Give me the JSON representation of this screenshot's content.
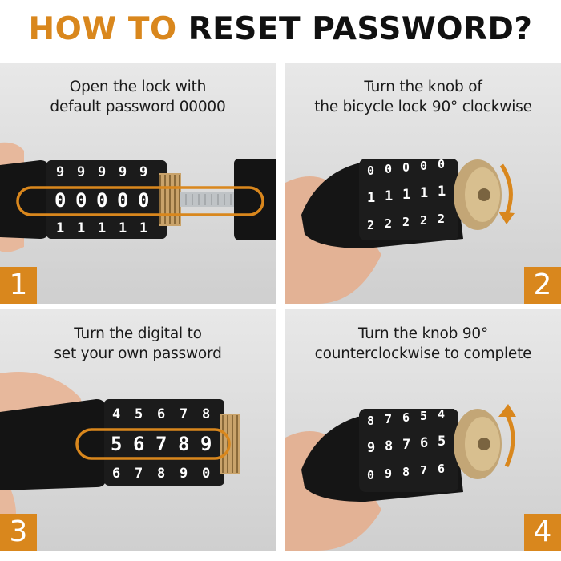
{
  "header": {
    "title_accent": "HOW TO",
    "title_main": "RESET PASSWORD?"
  },
  "steps": [
    {
      "number": "1",
      "line1": "Open the lock with",
      "line2": "default password 00000",
      "dials": {
        "top": [
          "9",
          "9",
          "9",
          "9",
          "9"
        ],
        "middle": [
          "0",
          "0",
          "0",
          "0",
          "0"
        ],
        "bottom": [
          "1",
          "1",
          "1",
          "1",
          "1"
        ]
      }
    },
    {
      "number": "2",
      "line1": "Turn the knob of",
      "line2": "the bicycle lock 90° clockwise",
      "dials": {
        "top": [
          "0",
          "0",
          "0",
          "0",
          "0"
        ],
        "middle": [
          "1",
          "1",
          "1",
          "1",
          "1"
        ],
        "bottom": [
          "2",
          "2",
          "2",
          "2",
          "2"
        ]
      }
    },
    {
      "number": "3",
      "line1": "Turn the digital to",
      "line2": "set your own password",
      "dials": {
        "top": [
          "4",
          "5",
          "6",
          "7",
          "8"
        ],
        "middle": [
          "5",
          "6",
          "7",
          "8",
          "9"
        ],
        "bottom": [
          "6",
          "7",
          "8",
          "9",
          "0"
        ]
      }
    },
    {
      "number": "4",
      "line1": "Turn the knob 90°",
      "line2": "counterclockwise to complete",
      "dials": {
        "top": [
          "8",
          "7",
          "6",
          "5",
          "4"
        ],
        "middle": [
          "9",
          "8",
          "7",
          "6",
          "5"
        ],
        "bottom": [
          "0",
          "9",
          "8",
          "7",
          "6"
        ]
      }
    }
  ],
  "colors": {
    "accent": "#d9871d",
    "text": "#111111",
    "panel_bg": "#d9d9d9"
  },
  "icons": {
    "rotate_clockwise": "curved-arrow-down-icon",
    "rotate_counterclockwise": "curved-arrow-up-icon"
  }
}
